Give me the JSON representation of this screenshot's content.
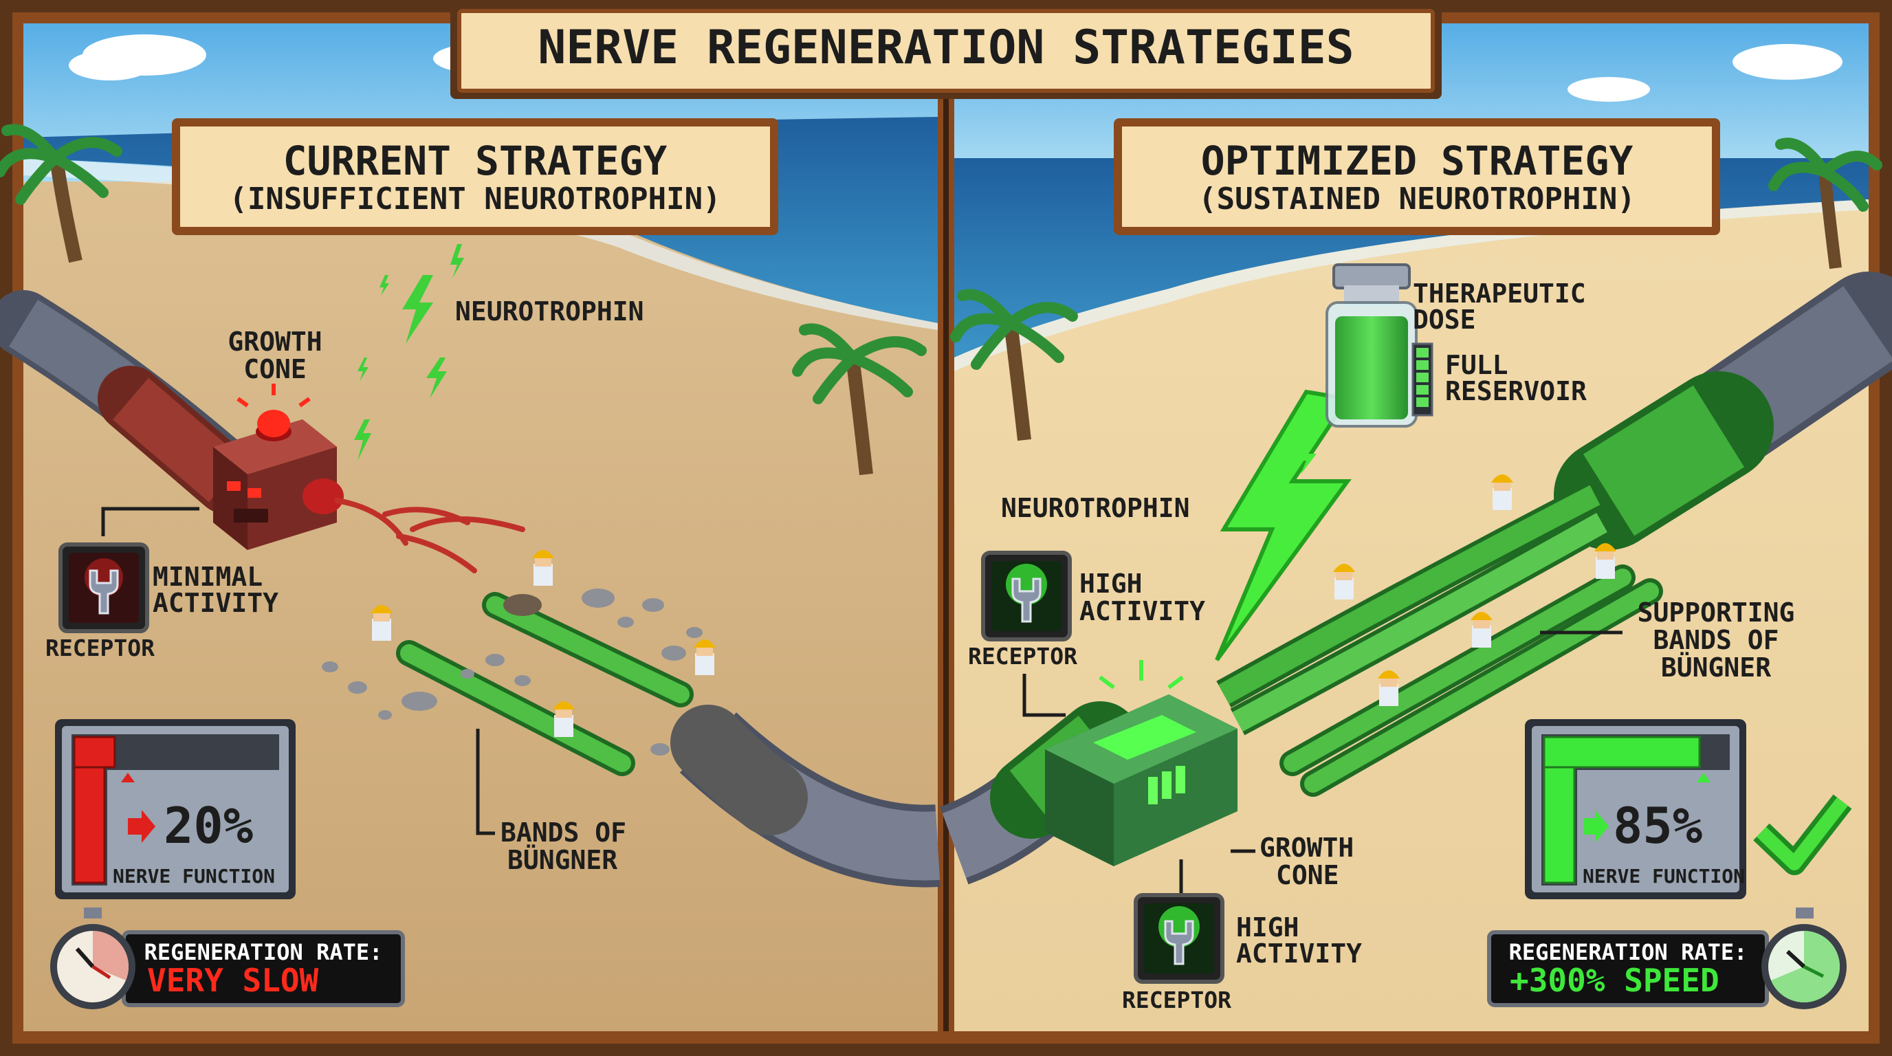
{
  "title": "NERVE REGENERATION STRATEGIES",
  "left_panel": {
    "heading_line1": "CURRENT STRATEGY",
    "heading_line2": "(INSUFFICIENT NEUROTROPHIN)",
    "neurotrophin_label": "NEUROTROPHIN",
    "growth_cone_line1": "GROWTH",
    "growth_cone_line2": "CONE",
    "receptor_activity_line1": "MINIMAL",
    "receptor_activity_line2": "ACTIVITY",
    "receptor_label": "RECEPTOR",
    "bands_line1": "BANDS OF",
    "bands_line2": "BÜNGNER",
    "gauge_value": "20%",
    "gauge_fraction": 0.2,
    "gauge_caption": "NERVE FUNCTION",
    "rate_label": "REGENERATION RATE:",
    "rate_value": "VERY SLOW"
  },
  "right_panel": {
    "heading_line1": "OPTIMIZED STRATEGY",
    "heading_line2": "(SUSTAINED NEUROTROPHIN)",
    "dose_line1": "THERAPEUTIC",
    "dose_line2": "DOSE",
    "reservoir_line1": "FULL",
    "reservoir_line2": "RESERVOIR",
    "neurotrophin_label": "NEUROTROPHIN",
    "receptor_top_activity_line1": "HIGH",
    "receptor_top_activity_line2": "ACTIVITY",
    "receptor_top_label": "RECEPTOR",
    "supporting_line1": "SUPPORTING",
    "supporting_line2": "BANDS OF",
    "supporting_line3": "BÜNGNER",
    "growth_cone_line1": "GROWTH",
    "growth_cone_line2": "CONE",
    "receptor_bottom_activity_line1": "HIGH",
    "receptor_bottom_activity_line2": "ACTIVITY",
    "receptor_bottom_label": "RECEPTOR",
    "gauge_value": "85%",
    "gauge_fraction": 0.85,
    "gauge_caption": "NERVE FUNCTION",
    "rate_label": "REGENERATION RATE:",
    "rate_value": "+300% SPEED"
  },
  "colors": {
    "frame": "#8a4a1e",
    "parchment": "#f6deae",
    "sand": "#d9b98a",
    "sea": "#2f7fc0",
    "sky": "#9fd4f2",
    "nerve_gray": "#6a7284",
    "nerve_damaged": "#9a3a30",
    "nerve_green": "#3fae3a",
    "alert_red": "#e0201c",
    "bright_green": "#3ee83a"
  }
}
